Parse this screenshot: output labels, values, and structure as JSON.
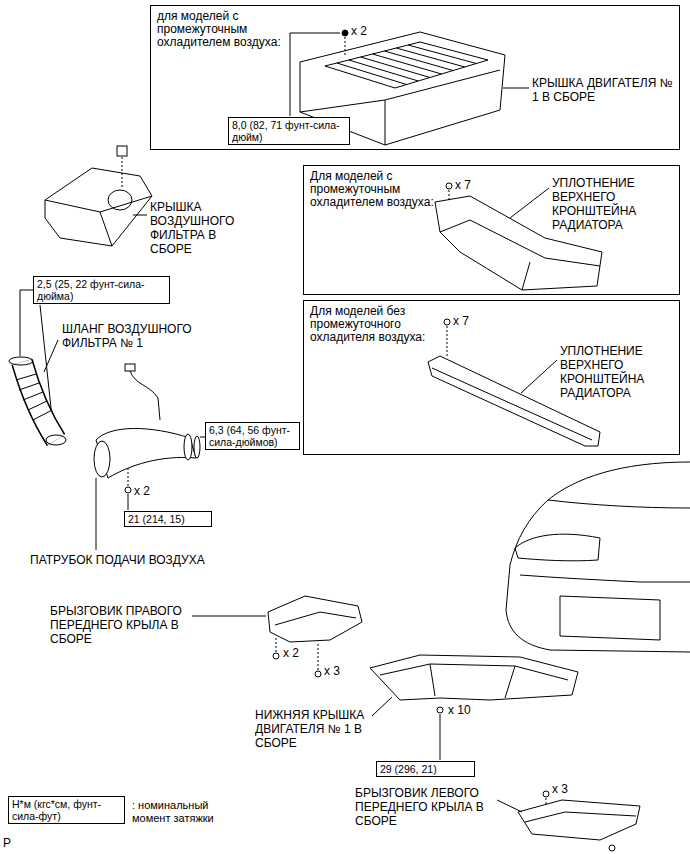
{
  "diagram": {
    "nodes": [
      {
        "text": [
          "для моделей с промежуточным охладителем воздуха:"
        ]
      },
      {
        "text": [
          "8,0 (82, 71 фунт-сила-дюйм)"
        ],
        "in": 0
      },
      {
        "text": [
          "Для моделей с промежуточным охладителем воздуха:"
        ]
      },
      {
        "text": [
          "Для моделей без промежуточного охладителя воздуха:"
        ]
      },
      {
        "text": [
          "2,5 (25, 22 фунт-сила-дюйма)"
        ]
      },
      {
        "text": [
          "6,3 (64, 56 фунт-сила-дюймов)"
        ]
      },
      {
        "text": [
          "21 (214, 15)"
        ]
      },
      {
        "text": [
          "29 (296, 21)"
        ]
      },
      {
        "text": [
          "Н*м (кгс*см, фунт-сила-фут)"
        ]
      }
    ],
    "labels": [
      "x 2",
      "КРЫШКА ДВИГАТЕЛЯ № 1 В СБОРЕ",
      "КРЫШКА ВОЗДУШНОГО ФИЛЬТРА В СБОРЕ",
      "x 7",
      "УПЛОТНЕНИЕ ВЕРХНЕГО КРОНШТЕЙНА РАДИАТОРА",
      "x 7",
      "УПЛОТНЕНИЕ ВЕРХНЕГО КРОНШТЕЙНА РАДИАТОРА",
      "ШЛАНГ ВОЗДУШНОГО ФИЛЬТРА № 1",
      "x 2",
      "ПАТРУБОК ПОДАЧИ ВОЗДУХА",
      "БРЫЗГОВИК ПРАВОГО ПЕРЕДНЕГО КРЫЛА В СБОРЕ",
      "x 2",
      "x 3",
      "НИЖНЯЯ КРЫШКА ДВИГАТЕЛЯ № 1 В СБОРЕ",
      "x 10",
      "БРЫЗГОВИК ЛЕВОГО ПЕРЕДНЕГО КРЫЛА В СБОРЕ",
      "x 3",
      "P"
    ],
    "legend": [
      {
        "text": ": номинальный момент затяжки"
      }
    ]
  }
}
